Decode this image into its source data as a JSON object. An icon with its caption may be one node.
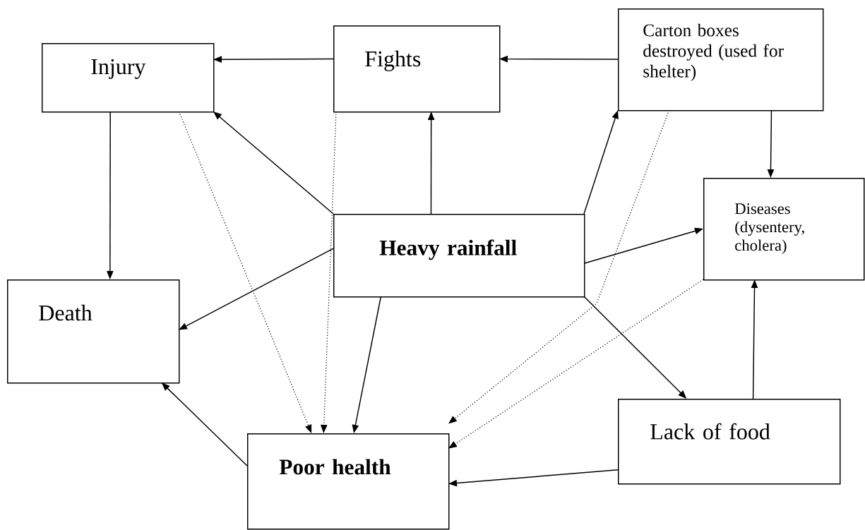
{
  "diagram": {
    "nodes": [
      {
        "text": [
          "Injury"
        ]
      },
      {
        "text": [
          "Fights"
        ]
      },
      {
        "text": [
          "Carton boxes destroyed (used for shelter)"
        ]
      },
      {
        "text": [
          "Heavy rainfall"
        ]
      },
      {
        "text": [
          "Diseases (dysentery, cholera)"
        ]
      },
      {
        "text": [
          "Death"
        ]
      },
      {
        "text": [
          "Lack of food"
        ]
      },
      {
        "text": [
          "Poor health"
        ]
      }
    ],
    "edges": [
      {
        "from": 1,
        "to": 0,
        "arrow": "to"
      },
      {
        "from": 2,
        "to": 1,
        "arrow": "to"
      },
      {
        "from": 3,
        "to": 0,
        "arrow": "to"
      },
      {
        "from": 3,
        "to": 1,
        "arrow": "to"
      },
      {
        "from": 3,
        "to": 2,
        "arrow": "to"
      },
      {
        "from": 2,
        "to": 4,
        "arrow": "to"
      },
      {
        "from": 3,
        "to": 4,
        "arrow": "to"
      },
      {
        "from": 3,
        "to": 5,
        "arrow": "to"
      },
      {
        "from": 0,
        "to": 5,
        "arrow": "to"
      },
      {
        "from": 3,
        "to": 6,
        "arrow": "to"
      },
      {
        "from": 6,
        "to": 4,
        "arrow": "to"
      },
      {
        "from": 3,
        "to": 7,
        "arrow": "to"
      },
      {
        "from": 6,
        "to": 7,
        "arrow": "to"
      },
      {
        "from": 7,
        "to": 5,
        "arrow": "to"
      },
      {
        "from": 0,
        "to": 7,
        "arrow": "to",
        "style": "dashed"
      },
      {
        "from": 1,
        "to": 7,
        "arrow": "to",
        "style": "dashed"
      },
      {
        "from": 2,
        "to": 7,
        "arrow": "to",
        "style": "dashed"
      },
      {
        "from": 4,
        "to": 7,
        "arrow": "to",
        "style": "dashed"
      }
    ]
  }
}
